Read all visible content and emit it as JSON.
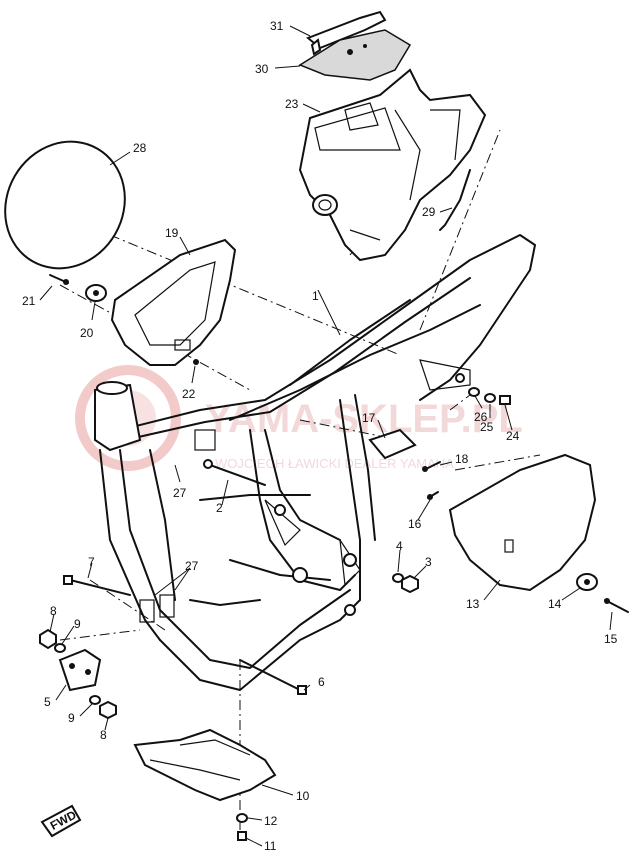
{
  "watermark": {
    "brand": "YAMA-SKLEP.PL",
    "subtitle": "WOJCIECH ŁAWICKI DEALER YAMAHA",
    "color": "#e9a0a0"
  },
  "direction_badge": "FWD",
  "callouts": {
    "n31": "31",
    "n30": "30",
    "n23": "23",
    "n28": "28",
    "n29": "29",
    "n19": "19",
    "n21": "21",
    "n20": "20",
    "n1": "1",
    "n22": "22",
    "n26": "26",
    "n25": "25",
    "n24": "24",
    "n17": "17",
    "n18": "18",
    "n27a": "27",
    "n2": "2",
    "n16": "16",
    "n4": "4",
    "n3": "3",
    "n7": "7",
    "n27b": "27",
    "n8a": "8",
    "n9a": "9",
    "n13": "13",
    "n14": "14",
    "n15": "15",
    "n5": "5",
    "n6": "6",
    "n9b": "9",
    "n8b": "8",
    "n10": "10",
    "n12": "12",
    "n11": "11"
  }
}
